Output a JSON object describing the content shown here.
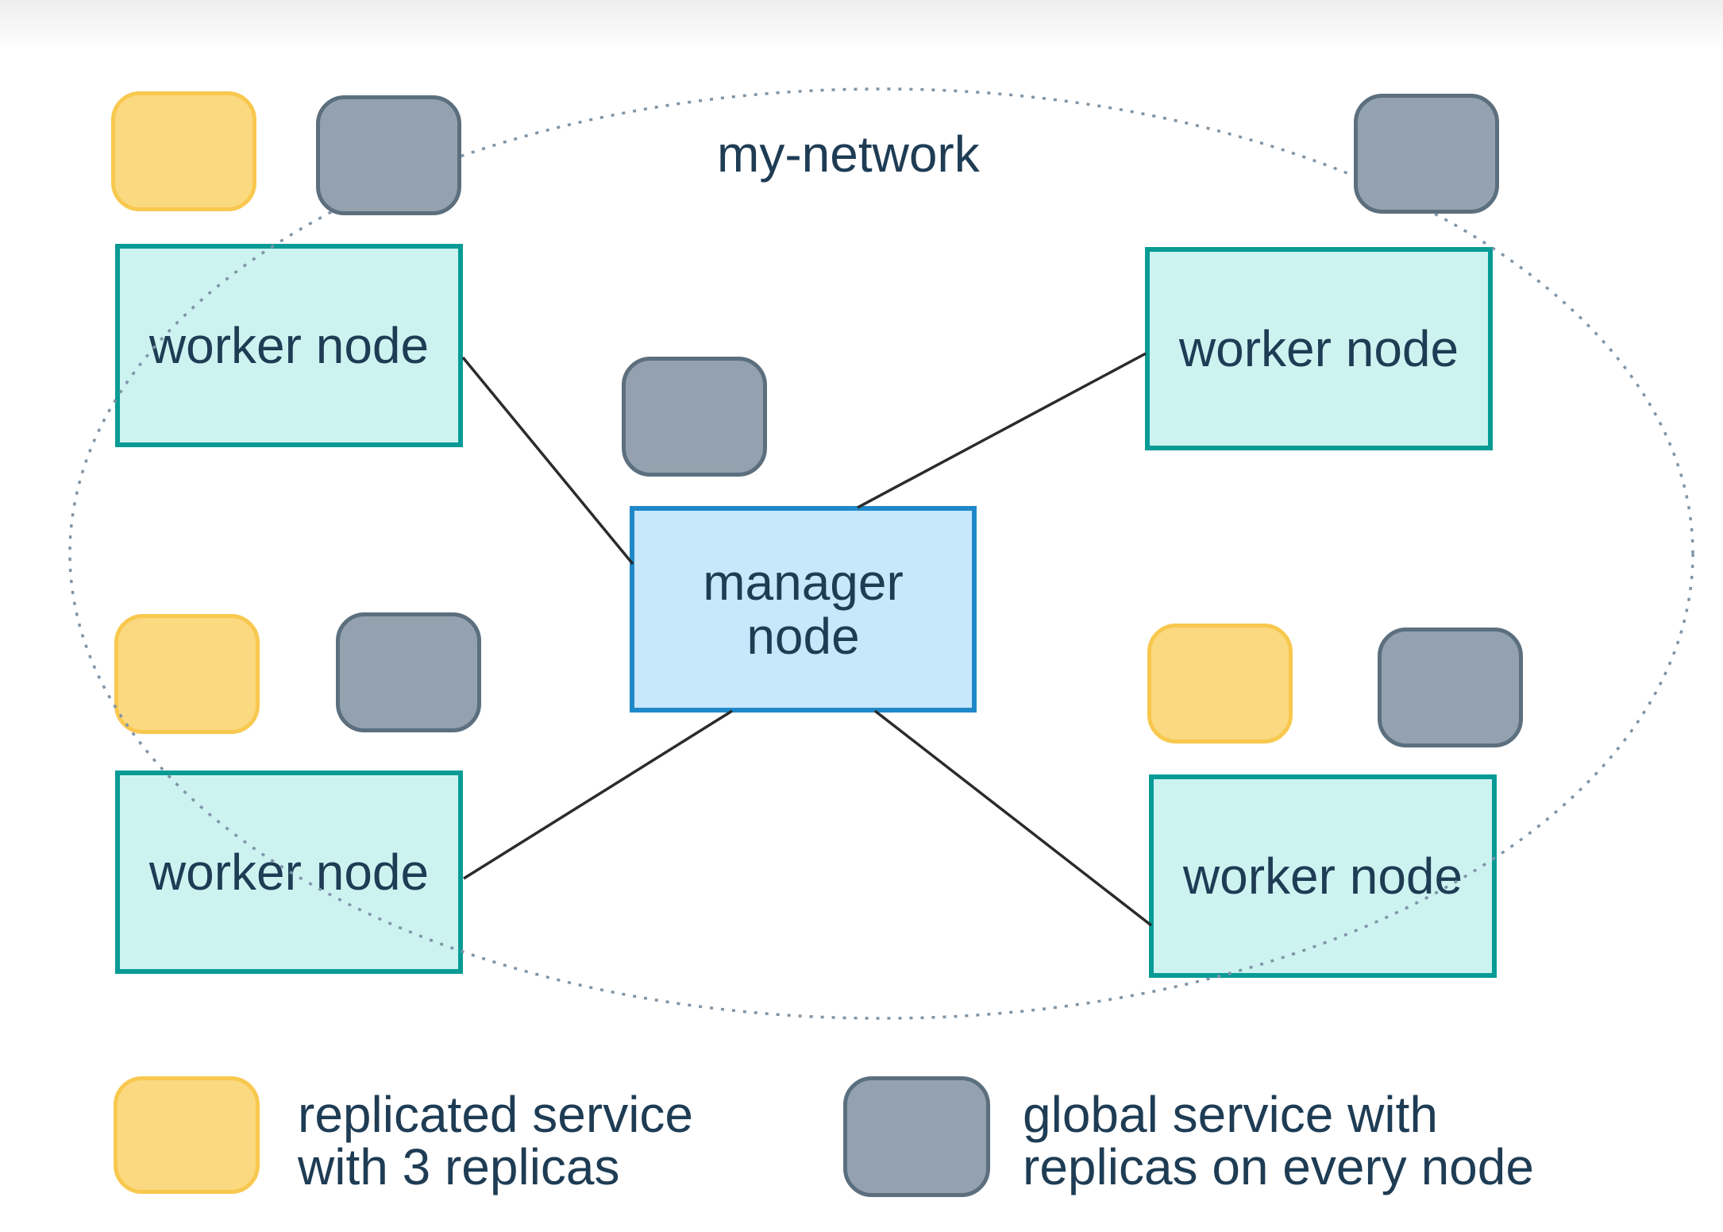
{
  "network": {
    "label": "my-network"
  },
  "nodes": {
    "manager": {
      "line1": "manager",
      "line2": "node"
    },
    "workers": [
      {
        "position": "top-left",
        "label": "worker node"
      },
      {
        "position": "top-right",
        "label": "worker node"
      },
      {
        "position": "bottom-left",
        "label": "worker node"
      },
      {
        "position": "bottom-right",
        "label": "worker node"
      }
    ]
  },
  "legend": {
    "replicated_service": {
      "line1": "replicated service",
      "line2": "with 3 replicas"
    },
    "global_service": {
      "line1": "global service with",
      "line2": "replicas on every node"
    }
  },
  "colors": {
    "replicated_service_fill": "#FBD980",
    "replicated_service_border": "#F8C84F",
    "global_service_fill": "#93A2AE",
    "global_service_border": "#5C6F7E",
    "worker_fill": "#CDF3F1",
    "worker_border": "#089B95",
    "manager_fill": "#C7E7FA",
    "manager_border": "#1F88C9",
    "text_color": "#1E3C54",
    "network_boundary": "#7F94A6",
    "connection_line": "#2B2B2B"
  }
}
